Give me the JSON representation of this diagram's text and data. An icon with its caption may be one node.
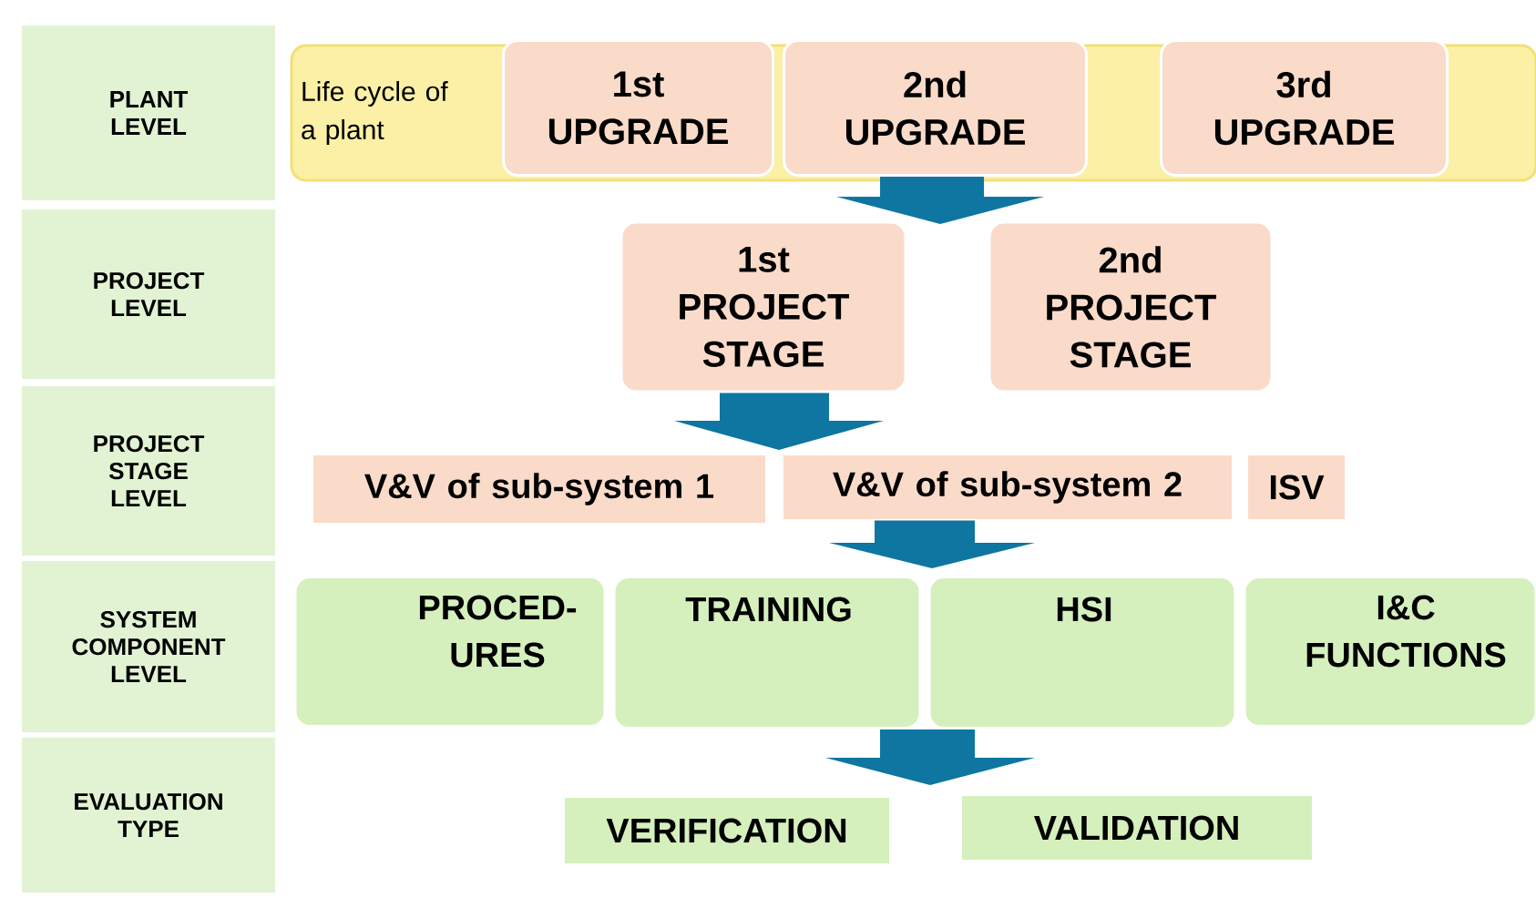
{
  "diagram": {
    "nodes": [
      {
        "text": [
          "PLANT LEVEL"
        ]
      },
      {
        "text": [
          "Life cycle of a plant"
        ]
      },
      {
        "text": [
          "1st UPGRADE"
        ],
        "in": 1
      },
      {
        "text": [
          "2nd UPGRADE"
        ],
        "in": 1
      },
      {
        "text": [
          "3rd UPGRADE"
        ],
        "in": 1
      },
      {
        "text": [
          "PROJECT LEVEL"
        ]
      },
      {
        "text": [
          "1st PROJECT STAGE"
        ]
      },
      {
        "text": [
          "2nd PROJECT STAGE"
        ]
      },
      {
        "text": [
          "PROJECT STAGE LEVEL"
        ]
      },
      {
        "text": [
          "V&V of sub-system 1"
        ]
      },
      {
        "text": [
          "V&V of sub-system 2"
        ]
      },
      {
        "text": [
          "ISV"
        ]
      },
      {
        "text": [
          "SYSTEM COMPONENT LEVEL"
        ]
      },
      {
        "text": [
          "PROCED- URES"
        ]
      },
      {
        "text": [
          "TRAINING"
        ]
      },
      {
        "text": [
          "HSI"
        ]
      },
      {
        "text": [
          "I&C FUNCTIONS"
        ]
      },
      {
        "text": [
          "EVALUATION TYPE"
        ]
      },
      {
        "text": [
          "VERIFICATION"
        ]
      },
      {
        "text": [
          "VALIDATION"
        ]
      }
    ],
    "edges": [
      {
        "from": 3,
        "to": null,
        "arrow": "to"
      },
      {
        "from": 6,
        "to": null,
        "arrow": "to"
      },
      {
        "from": 10,
        "to": null,
        "arrow": "to"
      },
      {
        "from": 14,
        "to": null,
        "arrow": "to"
      }
    ]
  }
}
